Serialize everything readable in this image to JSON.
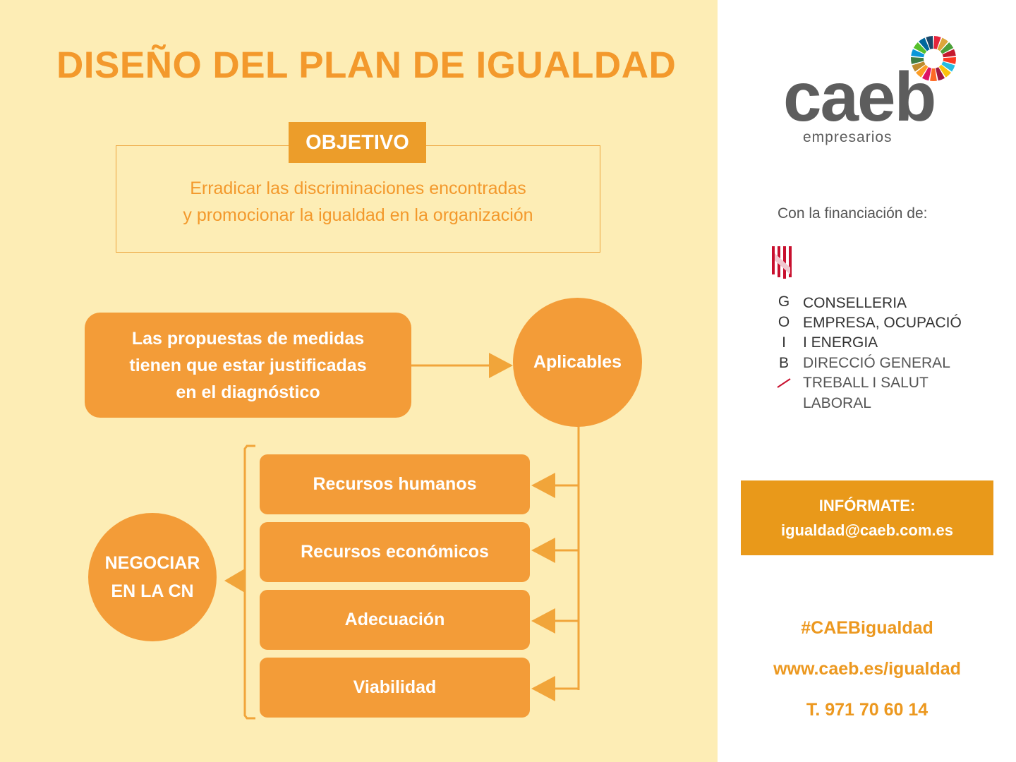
{
  "title": "DISEÑO DEL PLAN DE IGUALDAD",
  "objetivo": {
    "label": "OBJETIVO",
    "line1": "Erradicar las discriminaciones encontradas",
    "line2": "y promocionar la igualdad en la organización"
  },
  "propuestas": {
    "line1": "Las propuestas de medidas",
    "line2": "tienen que estar justificadas",
    "line3": "en el diagnóstico"
  },
  "aplicables": "Aplicables",
  "negociar": {
    "line1": "NEGOCIAR",
    "line2": "EN LA CN"
  },
  "items": [
    "Recursos humanos",
    "Recursos económicos",
    "Adecuación",
    "Viabilidad"
  ],
  "logo": {
    "word": "caeb",
    "sub": "empresarios"
  },
  "financiacion": "Con la financiación de:",
  "goib": {
    "letters": [
      "G",
      "O",
      "I",
      "B"
    ],
    "lines": [
      "CONSELLERIA",
      "EMPRESA, OCUPACIÓ",
      "I ENERGIA",
      "DIRECCIÓ GENERAL",
      "TREBALL I SALUT",
      "LABORAL"
    ]
  },
  "info": {
    "line1": "INFÓRMATE:",
    "line2": "igualdad@caeb.com.es"
  },
  "hashtag": "#CAEBigualdad",
  "web": "www.caeb.es/igualdad",
  "phone": "T. 971 70 60 14",
  "colors": {
    "orange": "#f39c38",
    "title_orange": "#f3992c",
    "panel_bg": "#fdedb5",
    "dark_gray": "#5d5d5d"
  }
}
